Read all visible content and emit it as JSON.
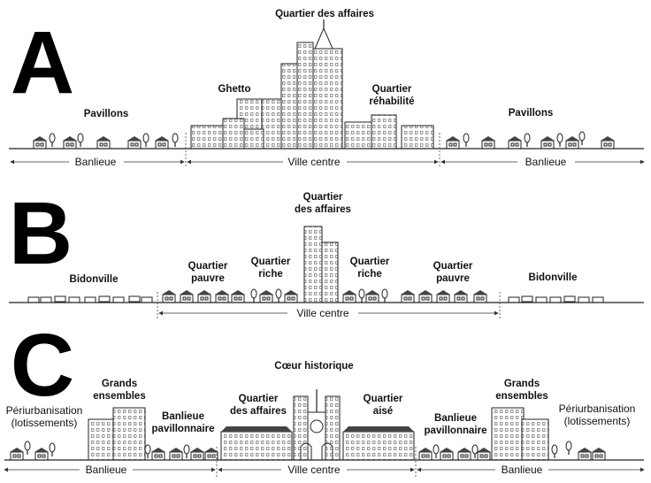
{
  "panels": {
    "A": {
      "letter": "A",
      "labels": {
        "business": "Quartier des affaires",
        "ghetto": "Ghetto",
        "rehab_1": "Quartier",
        "rehab_2": "réhabilité",
        "pav_left": "Pavillons",
        "pav_right": "Pavillons"
      },
      "zones": {
        "left": "Banlieue",
        "center": "Ville centre",
        "right": "Banlieue"
      }
    },
    "B": {
      "letter": "B",
      "labels": {
        "business_1": "Quartier",
        "business_2": "des affaires",
        "bidon_left": "Bidonville",
        "poor_left_1": "Quartier",
        "poor_left_2": "pauvre",
        "rich_left_1": "Quartier",
        "rich_left_2": "riche",
        "rich_right_1": "Quartier",
        "rich_right_2": "riche",
        "poor_right_1": "Quartier",
        "poor_right_2": "pauvre",
        "bidon_right": "Bidonville"
      },
      "zones": {
        "center": "Ville centre"
      }
    },
    "C": {
      "letter": "C",
      "labels": {
        "heart": "Cœur historique",
        "ge_left_1": "Grands",
        "ge_left_2": "ensembles",
        "peri_left_1": "Périurbanisation",
        "peri_left_2": "(lotissements)",
        "banl_left_1": "Banlieue",
        "banl_left_2": "pavillonnaire",
        "business_1": "Quartier",
        "business_2": "des affaires",
        "rich_1": "Quartier",
        "rich_2": "aisé",
        "banl_right_1": "Banlieue",
        "banl_right_2": "pavillonnaire",
        "ge_right_1": "Grands",
        "ge_right_2": "ensembles",
        "peri_right_1": "Périurbanisation",
        "peri_right_2": "(lotissements)"
      },
      "zones": {
        "left": "Banlieue",
        "center": "Ville centre",
        "right": "Banlieue"
      }
    }
  }
}
